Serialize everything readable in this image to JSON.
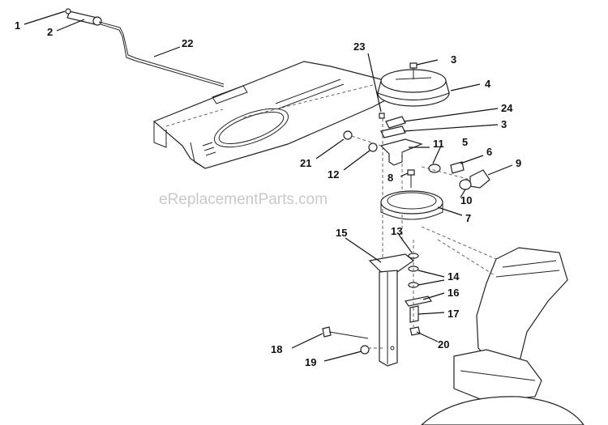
{
  "watermark": "eReplacementParts.com",
  "callouts": [
    {
      "id": "c1",
      "label": "1"
    },
    {
      "id": "c2",
      "label": "2"
    },
    {
      "id": "c22",
      "label": "22"
    },
    {
      "id": "c23",
      "label": "23"
    },
    {
      "id": "c3a",
      "label": "3"
    },
    {
      "id": "c4",
      "label": "4"
    },
    {
      "id": "c24",
      "label": "24"
    },
    {
      "id": "c3b",
      "label": "3"
    },
    {
      "id": "c11",
      "label": "11"
    },
    {
      "id": "c5",
      "label": "5"
    },
    {
      "id": "c6",
      "label": "6"
    },
    {
      "id": "c9",
      "label": "9"
    },
    {
      "id": "c21",
      "label": "21"
    },
    {
      "id": "c12",
      "label": "12"
    },
    {
      "id": "c8",
      "label": "8"
    },
    {
      "id": "c10",
      "label": "10"
    },
    {
      "id": "c7",
      "label": "7"
    },
    {
      "id": "c15",
      "label": "15"
    },
    {
      "id": "c13",
      "label": "13"
    },
    {
      "id": "c14",
      "label": "14"
    },
    {
      "id": "c16",
      "label": "16"
    },
    {
      "id": "c17",
      "label": "17"
    },
    {
      "id": "c18",
      "label": "18"
    },
    {
      "id": "c20",
      "label": "20"
    },
    {
      "id": "c19",
      "label": "19"
    }
  ]
}
